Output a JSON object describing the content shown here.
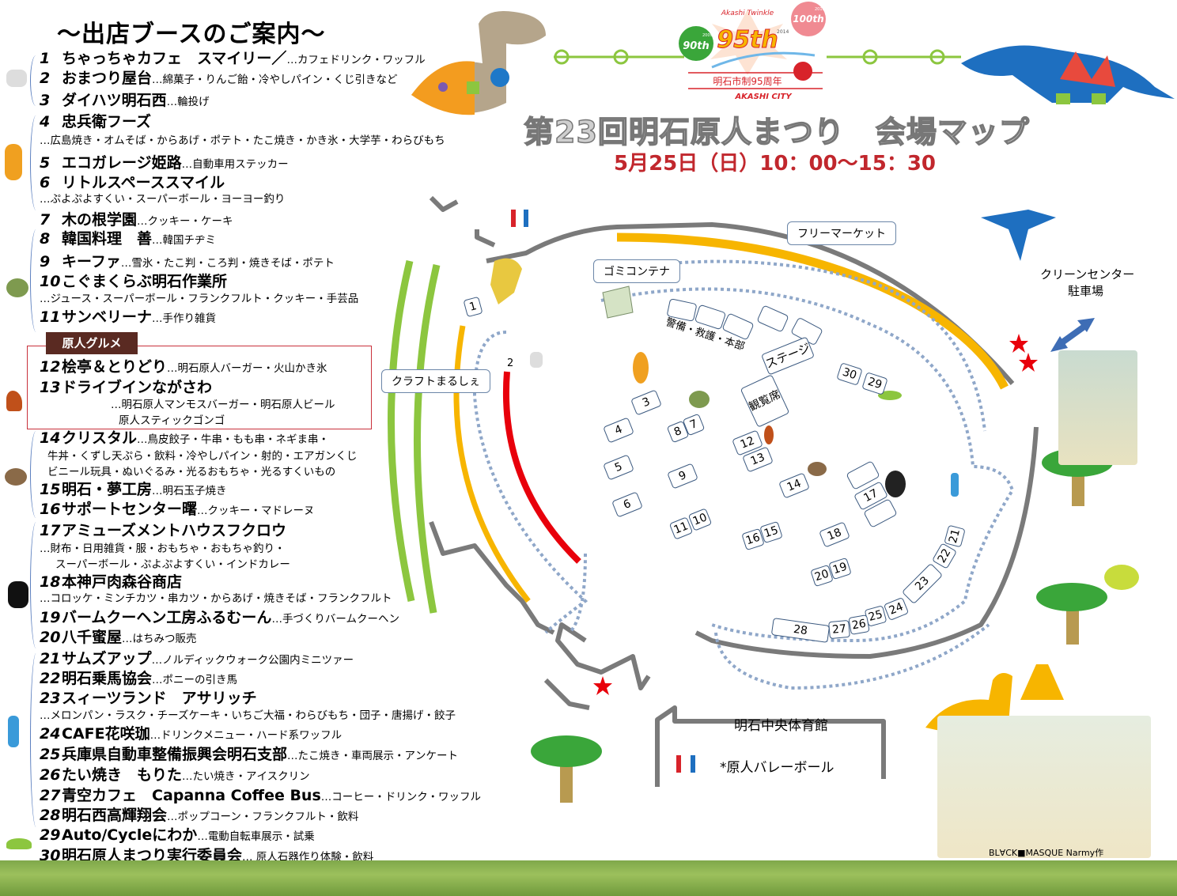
{
  "list_title": "～出店ブースのご案内～",
  "gourmet_badge": "原人グルメ",
  "booths_list": [
    {
      "num": "1",
      "name": "ちゃっちゃカフェ　スマイリー／",
      "desc": "…カフェドリンク・ワッフル"
    },
    {
      "num": "2",
      "name": "おまつり屋台",
      "desc": "…綿菓子・りんご飴・冷やしパイン・くじ引きなど"
    },
    {
      "num": "3",
      "name": "ダイハツ明石西",
      "desc": "…輪投げ"
    },
    {
      "num": "4",
      "name": "忠兵衛フーズ",
      "desc": "",
      "lines": [
        "…広島焼き・オムそば・からあげ・ポテト・たこ焼き・かき氷・大学芋・わらびもち"
      ]
    },
    {
      "num": "5",
      "name": "エコガレージ姫路",
      "desc": "…自動車用ステッカー"
    },
    {
      "num": "6",
      "name": "リトルスペーススマイル",
      "desc": "",
      "lines": [
        "…ぷよぷよすくい・スーパーボール・ヨーヨー釣り"
      ]
    },
    {
      "num": "7",
      "name": "木の根学園",
      "desc": "…クッキー・ケーキ"
    },
    {
      "num": "8",
      "name": "韓国料理　善",
      "desc": "…韓国チヂミ"
    },
    {
      "num": "9",
      "name": "キーファ",
      "desc": "…雪氷・たこ判・ころ判・焼きそば・ポテト"
    },
    {
      "num": "10",
      "name": "こぐまくらぶ明石作業所",
      "desc": "",
      "lines": [
        "…ジュース・スーパーボール・フランクフルト・クッキー・手芸品"
      ]
    },
    {
      "num": "11",
      "name": "サンベリーナ",
      "desc": "…手作り雑貨"
    },
    {
      "num": "12",
      "name": "桧亭＆とりどり",
      "desc": "…明石原人バーガー・火山かき氷"
    },
    {
      "num": "13",
      "name": "ドライブインながさわ",
      "desc": "",
      "lines": [
        "…明石原人マンモスバーガー・明石原人ビール",
        "原人スティックゴンゴ"
      ]
    },
    {
      "num": "14",
      "name": "クリスタル",
      "desc": "…鳥皮餃子・牛串・もも串・ネギま串・",
      "lines": [
        "牛丼・くずし天ぷら・飲料・冷やしパイン・射的・エアガンくじ",
        "ビニール玩具・ぬいぐるみ・光るおもちゃ・光るすくいもの"
      ]
    },
    {
      "num": "15",
      "name": "明石・夢工房",
      "desc": "…明石玉子焼き"
    },
    {
      "num": "16",
      "name": "サポートセンター曙",
      "desc": "…クッキー・マドレーヌ"
    },
    {
      "num": "17",
      "name": "アミューズメントハウスフクロウ",
      "desc": "",
      "lines": [
        "…財布・日用雑貨・服・おもちゃ・おもちゃ釣り・",
        "スーパーボール・ぷよぷよすくい・インドカレー"
      ]
    },
    {
      "num": "18",
      "name": "本神戸肉森谷商店",
      "desc": "",
      "lines": [
        "…コロッケ・ミンチカツ・串カツ・からあげ・焼きそば・フランクフルト"
      ]
    },
    {
      "num": "19",
      "name": "バームクーヘン工房ふるむーん",
      "desc": "…手づくりバームクーヘン"
    },
    {
      "num": "20",
      "name": "八千蜜屋",
      "desc": "…はちみつ販売"
    },
    {
      "num": "21",
      "name": "サムズアップ",
      "desc": "…ノルディックウォーク公園内ミニツァー"
    },
    {
      "num": "22",
      "name": "明石乗馬協会",
      "desc": "…ポニーの引き馬"
    },
    {
      "num": "23",
      "name": "スィーツランド　アサリッチ",
      "desc": "",
      "lines": [
        "…メロンパン・ラスク・チーズケーキ・いちご大福・わらびもち・団子・唐揚げ・餃子"
      ]
    },
    {
      "num": "24",
      "name": "CAFE花咲珈",
      "desc": "…ドリンクメニュー・ハード系ワッフル"
    },
    {
      "num": "25",
      "name": "兵庫県自動車整備振興会明石支部",
      "desc": "…たこ焼き・車両展示・アンケート"
    },
    {
      "num": "26",
      "name": "たい焼き　もりた",
      "desc": "…たい焼き・アイスクリン"
    },
    {
      "num": "27",
      "name": "青空カフェ　Capanna Coffee Bus",
      "desc": "…コーヒー・ドリンク・ワッフル"
    },
    {
      "num": "28",
      "name": "明石西高輝翔会",
      "desc": "…ポップコーン・フランクフルト・飲料"
    },
    {
      "num": "29",
      "name": "Auto/Cycleにわか",
      "desc": "…電動自転車展示・試乗"
    },
    {
      "num": "30",
      "name": "明石原人まつり実行委員会",
      "desc": "… 原人石器作り体験・飲料"
    }
  ],
  "logo": {
    "twinkle": "Akashi Twinkle",
    "main": "95th",
    "year_main": "2014",
    "left": "90th",
    "left_year": "2009",
    "right": "100th",
    "right_year": "2019",
    "caption_jp": "明石市制95周年",
    "caption_en": "AKASHI CITY"
  },
  "title": "第23回明石原人まつり　会場マップ",
  "datetime": "5月25日（日）10：00～15：30",
  "map": {
    "callouts": {
      "flea_market": "フリーマーケット",
      "garbage": "ゴミコンテナ",
      "craft": "クラフトまるしぇ"
    },
    "labels": {
      "security": "警備・救護・本部",
      "stage": "ステージ",
      "seating": "観覧席",
      "parking_line1": "クリーンセンター",
      "parking_line2": "駐車場",
      "gym": "明石中央体育館",
      "volleyball": "*原人バレーボール",
      "credit": "BL∀CK■MASQUE Narmy作"
    },
    "booths": [
      "1",
      "2",
      "3",
      "4",
      "5",
      "6",
      "7",
      "8",
      "9",
      "10",
      "11",
      "12",
      "13",
      "14",
      "15",
      "16",
      "17",
      "18",
      "19",
      "20",
      "21",
      "22",
      "23",
      "24",
      "25",
      "26",
      "27",
      "28",
      "29",
      "30"
    ]
  },
  "colors": {
    "accent_red": "#c1272d",
    "path_green": "#8cc63f",
    "path_yellow": "#f7b500",
    "path_red": "#e8000b",
    "wall_grey": "#7a7a7a",
    "dot_blue": "#8fa7c9"
  }
}
